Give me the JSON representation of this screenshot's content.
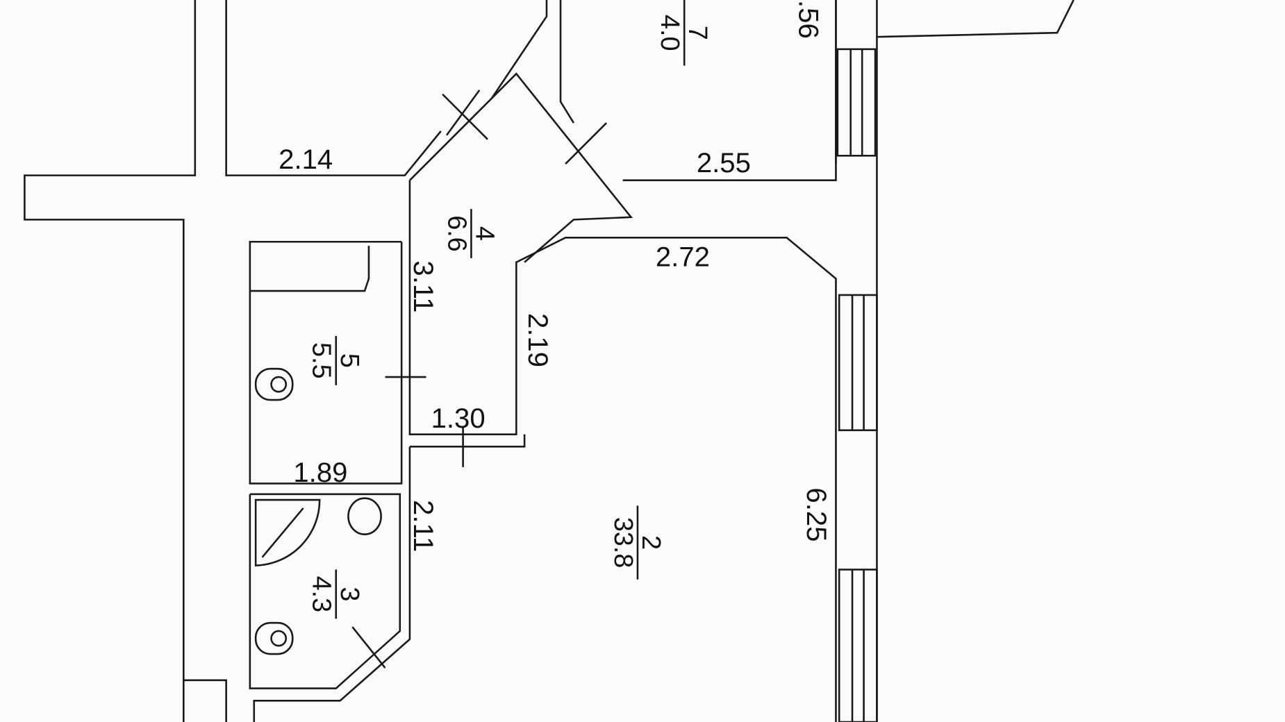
{
  "rooms": [
    {
      "number": "7",
      "area": "4.0"
    },
    {
      "number": "4",
      "area": "6.6"
    },
    {
      "number": "5",
      "area": "5.5"
    },
    {
      "number": "3",
      "area": "4.3"
    },
    {
      "number": "2",
      "area": "33.8"
    }
  ],
  "dimensions": {
    "d214": "2.14",
    "d255": "2.55",
    "d272": "2.72",
    "d311": "3.11",
    "d219": "2.19",
    "d130": "1.30",
    "d189": "1.89",
    "d211": "2.11",
    "d625": "6.25",
    "d156": ".56"
  }
}
